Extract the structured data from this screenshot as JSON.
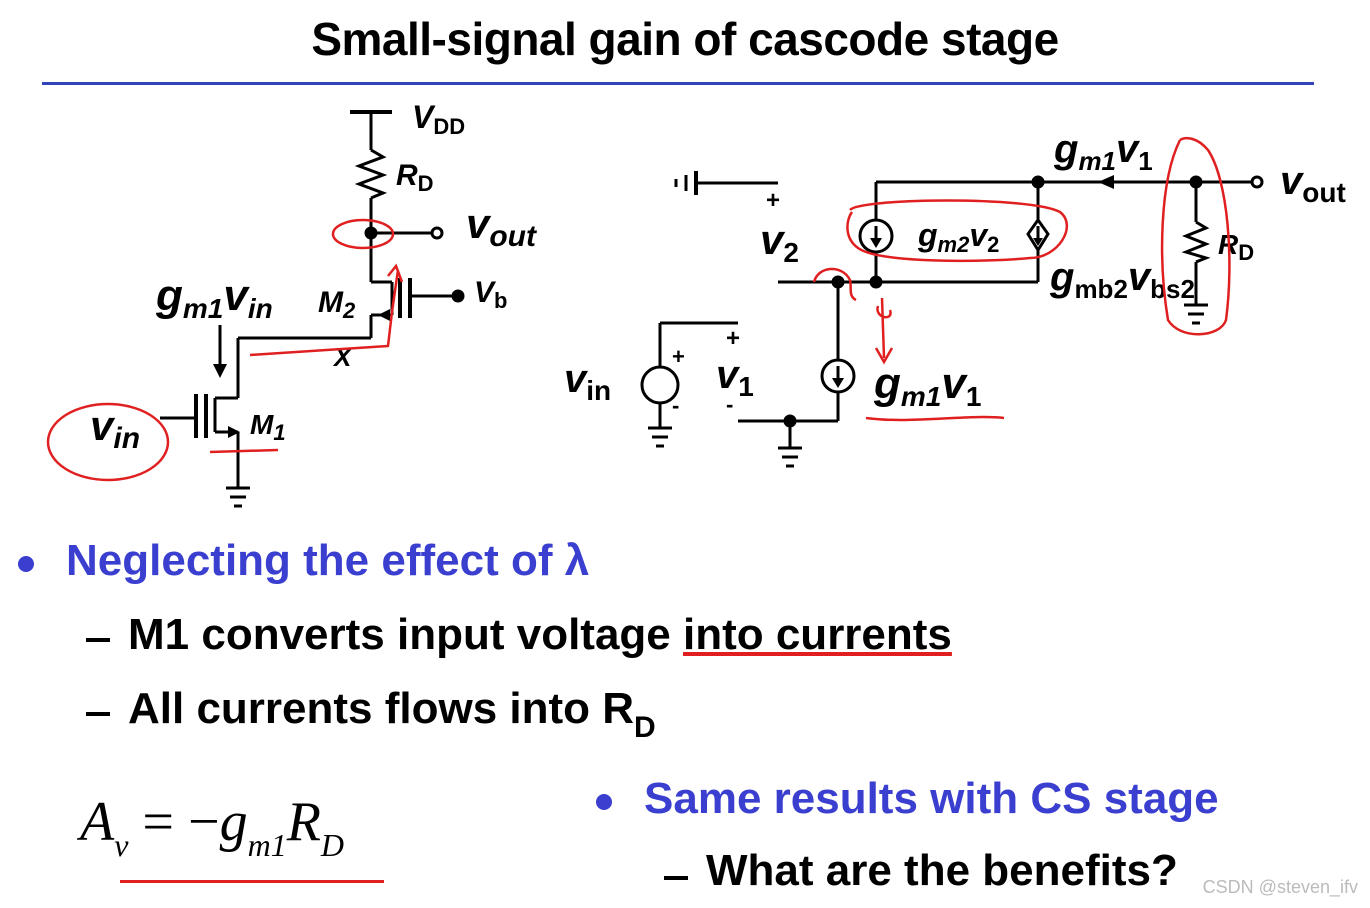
{
  "title": "Small-signal gain of cascode stage",
  "left_circuit": {
    "vdd": "V",
    "vdd_sub": "DD",
    "rd": "R",
    "rd_sub": "D",
    "vout": "v",
    "vout_sub": "out",
    "gm": "g",
    "gm_sub": "m1",
    "gm_v": "v",
    "gm_v_sub": "in",
    "m2": "M",
    "m2_sub": "2",
    "vb": "V",
    "vb_sub": "b",
    "x": "X",
    "vin": "v",
    "vin_sub": "in",
    "m1": "M",
    "m1_sub": "1"
  },
  "right_circuit": {
    "gm1v1": "g",
    "gm1v1_sub": "m1",
    "gm1v1_v": "v",
    "gm1v1_v_sub": "1",
    "vout": "v",
    "vout_sub": "out",
    "v2": "v",
    "v2_sub": "2",
    "plus": "+",
    "minus": "-",
    "gm2v2": "g",
    "gm2v2_sub": "m2",
    "gm2v2_v": "v",
    "gm2v2_v_sub": "2",
    "rd": "R",
    "rd_sub": "D",
    "gmb2": "g",
    "gmb2_sub": "mb2",
    "gmb2_v": "v",
    "gmb2_v_sub": "bs2",
    "vin": "v",
    "vin_sub": "in",
    "v1": "v",
    "v1_sub": "1",
    "gm1_bottom": "g",
    "gm1_bottom_sub": "m1",
    "gm1_bottom_v": "v",
    "gm1_bottom_v_sub": "1"
  },
  "bullets": {
    "b1": "Neglecting the effect of  λ",
    "b1_sub1": "M1 converts input voltage ",
    "b1_sub1_u": "into currents",
    "b1_sub2": "All currents flows into R",
    "b1_sub2_sub": "D",
    "b2": "Same results with CS stage",
    "b2_sub1": "What are the benefits?"
  },
  "formula": {
    "a": "A",
    "a_sub": "v",
    "eq": " = −",
    "g": "g",
    "g_sub": "m1",
    "r": "R",
    "r_sub": "D"
  },
  "watermark": "CSDN @steven_ifv",
  "colors": {
    "accent": "#3a3fd0",
    "annotation": "#e02020",
    "rule": "#3344bb"
  }
}
